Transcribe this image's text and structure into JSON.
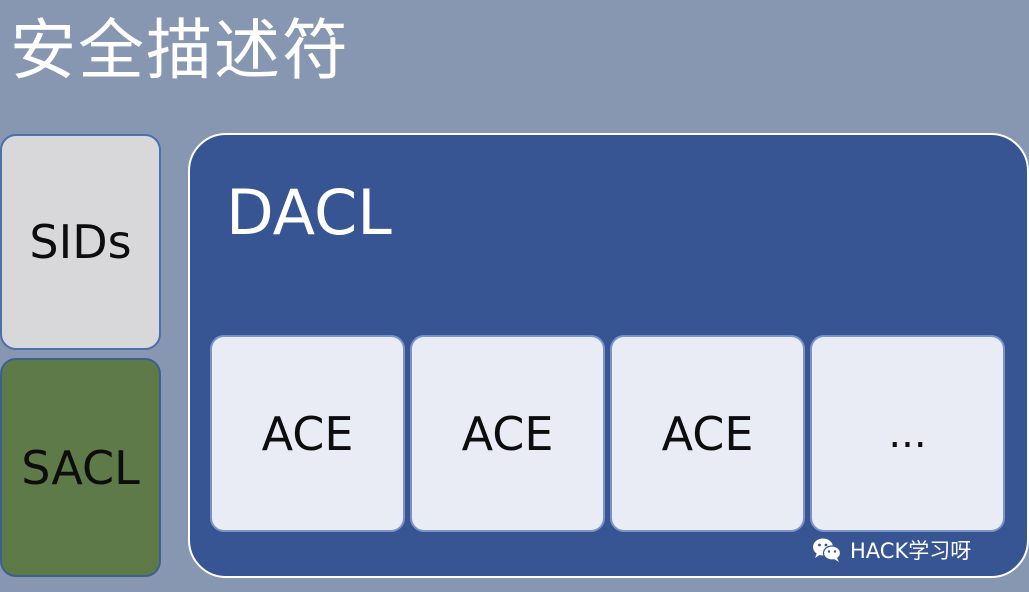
{
  "title": "安全描述符",
  "side": {
    "sids_label": "SIDs",
    "sacl_label": "SACL"
  },
  "dacl": {
    "label": "DACL",
    "entries": [
      "ACE",
      "ACE",
      "ACE",
      "..."
    ]
  },
  "watermark": {
    "text": "HACK学习呀",
    "icon": "wechat-icon"
  },
  "colors": {
    "background": "#8797b1",
    "dacl_fill": "#375592",
    "sids_fill": "#d8d8da",
    "sacl_fill": "#5f7a49",
    "ace_fill": "#e9ecf4"
  }
}
